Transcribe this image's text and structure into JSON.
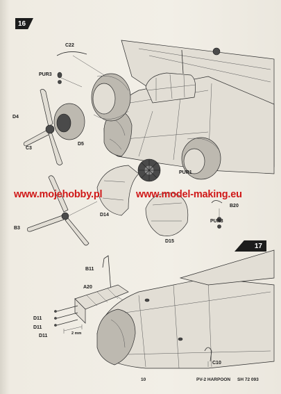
{
  "steps": {
    "first": "16",
    "second": "17"
  },
  "labels": {
    "c22": "C22",
    "pur3_top": "PUR3",
    "d4": "D4",
    "d5": "D5",
    "c3": "C3",
    "pur1": "PUR1",
    "b20": "B20",
    "pur3_bottom": "PUR3",
    "b3": "B3",
    "d14": "D14",
    "d15": "D15",
    "b11": "B11",
    "a20": "A20",
    "d11_a": "D11",
    "d11_b": "D11",
    "d11_c": "D11",
    "dim": "2 mm",
    "c10": "C10"
  },
  "watermarks": {
    "left": "www.mojehobby.pl",
    "right": "www.model-making.eu"
  },
  "footer": {
    "page": "10",
    "model": "PV-2 HARPOON",
    "code": "SH 72 093"
  },
  "colors": {
    "watermark": "#d01818",
    "ink": "#1a1a1a",
    "paper": "#f2efe7"
  }
}
